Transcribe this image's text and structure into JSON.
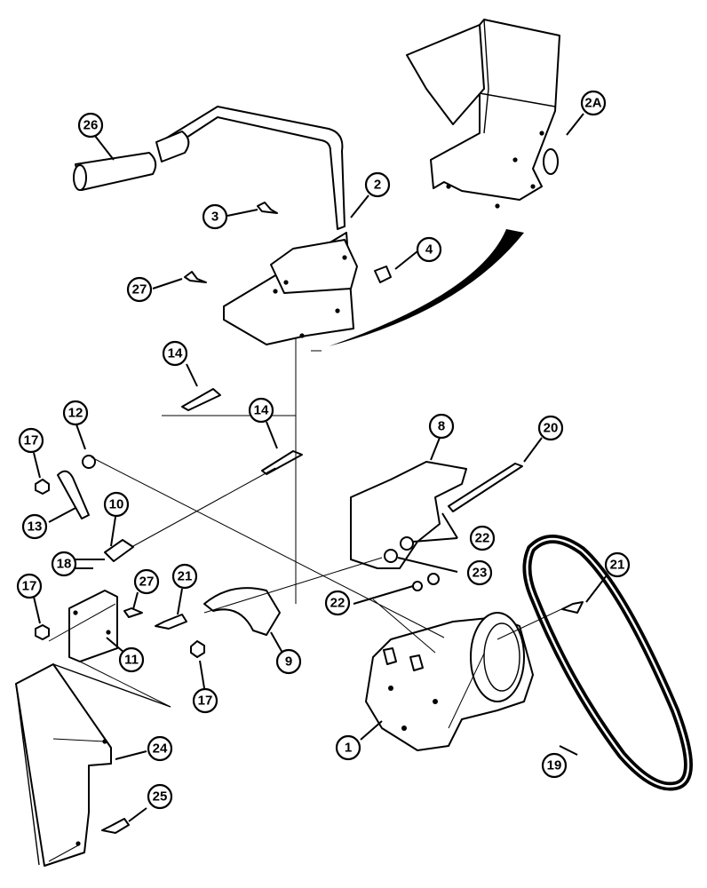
{
  "callouts": [
    {
      "label": "26"
    },
    {
      "label": "2A"
    },
    {
      "label": "2"
    },
    {
      "label": "3"
    },
    {
      "label": "4"
    },
    {
      "label": "27"
    },
    {
      "label": "14"
    },
    {
      "label": "14"
    },
    {
      "label": "12"
    },
    {
      "label": "17"
    },
    {
      "label": "8"
    },
    {
      "label": "20"
    },
    {
      "label": "10"
    },
    {
      "label": "13"
    },
    {
      "label": "22"
    },
    {
      "label": "18"
    },
    {
      "label": "23"
    },
    {
      "label": "21"
    },
    {
      "label": "27"
    },
    {
      "label": "21"
    },
    {
      "label": "17"
    },
    {
      "label": "22"
    },
    {
      "label": "11"
    },
    {
      "label": "9"
    },
    {
      "label": "17"
    },
    {
      "label": "1"
    },
    {
      "label": "24"
    },
    {
      "label": "19"
    },
    {
      "label": "25"
    }
  ]
}
